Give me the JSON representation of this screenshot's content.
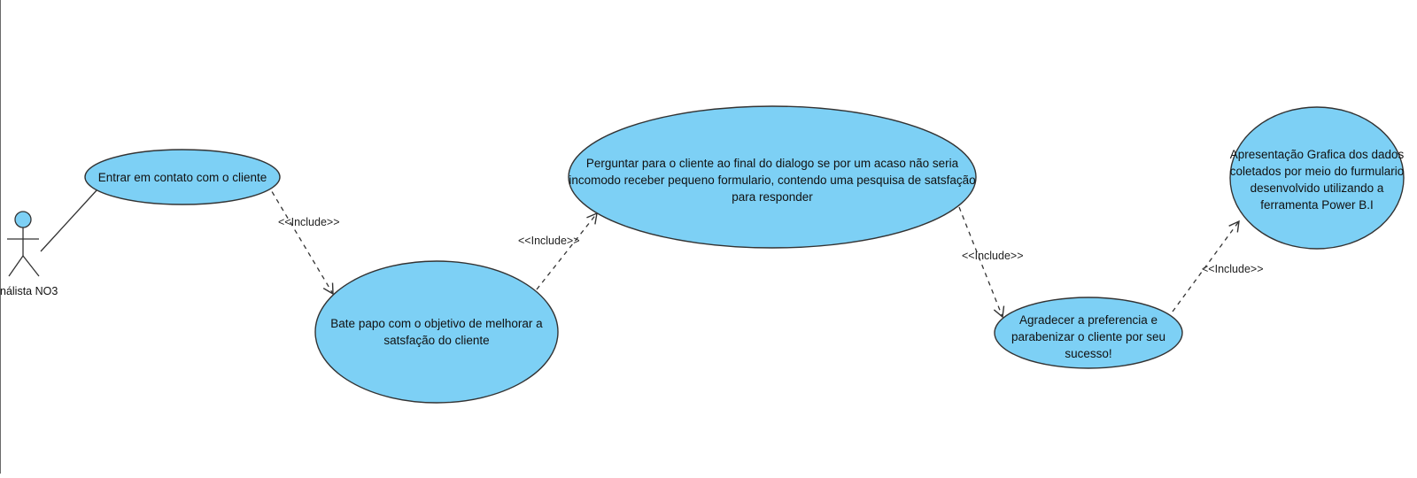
{
  "diagram": {
    "actor": {
      "label": "nálista NO3"
    },
    "use_cases": [
      {
        "id": "uc1",
        "text": "Entrar em contato com o cliente"
      },
      {
        "id": "uc2",
        "text": "Bate papo com o objetivo de melhorar a satsfação do cliente"
      },
      {
        "id": "uc3",
        "text": "Perguntar para o cliente ao final do dialogo se por um acaso não seria incomodo receber pequeno formulario, contendo uma pesquisa de satsfação para responder"
      },
      {
        "id": "uc4",
        "text": "Agradecer a preferencia e parabenizar o cliente por seu sucesso!"
      },
      {
        "id": "uc5",
        "text": "Apresentação Grafica dos dados coletados por meio do furmulario desenvolvido utilizando a ferramenta Power B.I"
      }
    ],
    "relations": [
      {
        "from": "uc1",
        "to": "uc2",
        "label": "<<Include>>"
      },
      {
        "from": "uc2",
        "to": "uc3",
        "label": "<<Include>>"
      },
      {
        "from": "uc3",
        "to": "uc4",
        "label": "<<Include>>"
      },
      {
        "from": "uc4",
        "to": "uc5",
        "label": "<<Include>>"
      }
    ],
    "colors": {
      "usecase_fill": "#7dd0f5",
      "stroke": "#333333",
      "actor_head_fill": "#7dd0f5"
    }
  }
}
